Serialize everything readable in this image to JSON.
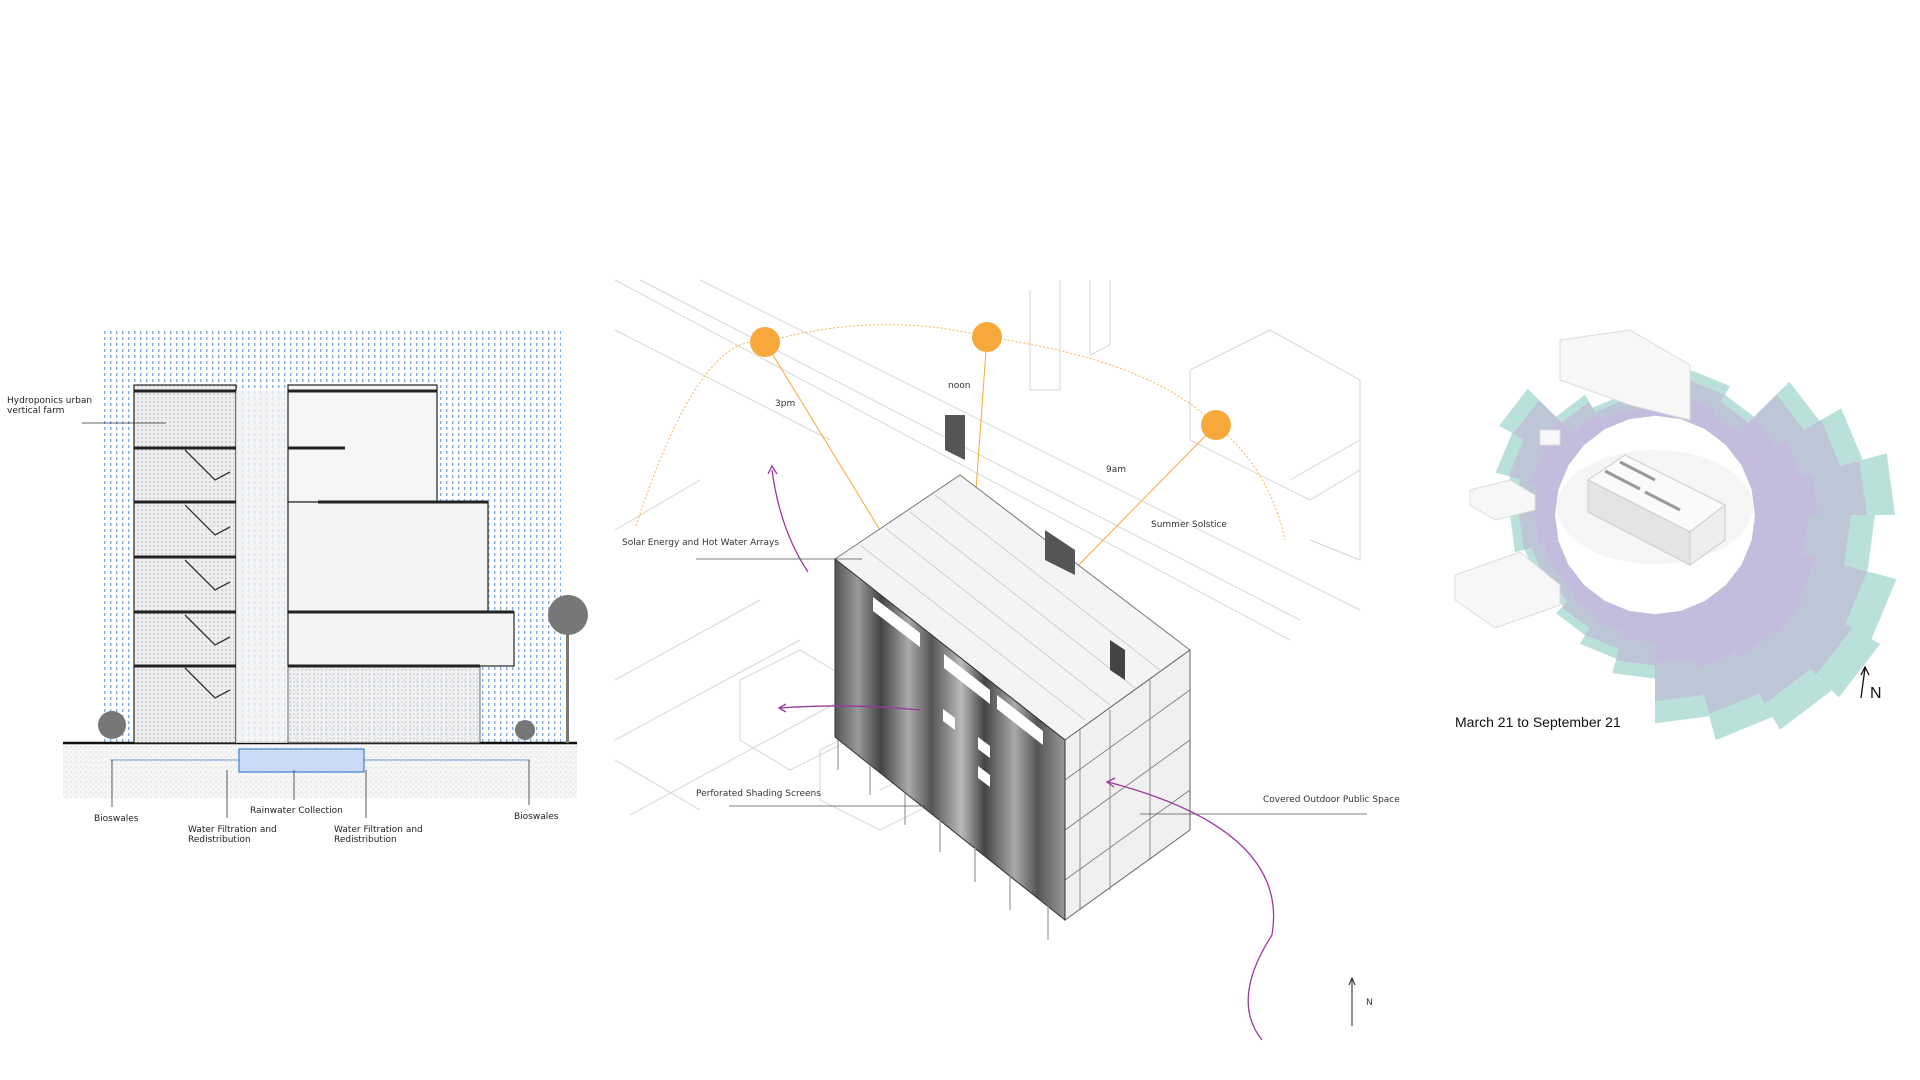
{
  "section": {
    "labels": {
      "hydroponics_1": "Hydroponics urban",
      "hydroponics_2": "vertical farm",
      "bioswales_left": "Bioswales",
      "bioswales_right": "Bioswales",
      "rainwater": "Rainwater Collection",
      "filtration_left_1": "Water Filtration and",
      "filtration_left_2": "Redistribution",
      "filtration_right_1": "Water Filtration and",
      "filtration_right_2": "Redistribution"
    }
  },
  "axonometric": {
    "sun_times": {
      "t3pm": "3pm",
      "noon": "noon",
      "t9am": "9am"
    },
    "season": "Summer Solstice",
    "labels": {
      "solar": "Solar Energy and Hot Water Arrays",
      "screens": "Perforated Shading Screens",
      "public_space": "Covered Outdoor Public Space"
    },
    "north": "N",
    "colors": {
      "sun": "#f7a83a",
      "wind": "#9b3a9e"
    }
  },
  "wind_rose": {
    "caption": "March 21 to September 21",
    "north": "N",
    "colors": {
      "inner": "#9c8fc4",
      "mid": "#8fa0bd",
      "outer": "#8ccdbf"
    }
  }
}
